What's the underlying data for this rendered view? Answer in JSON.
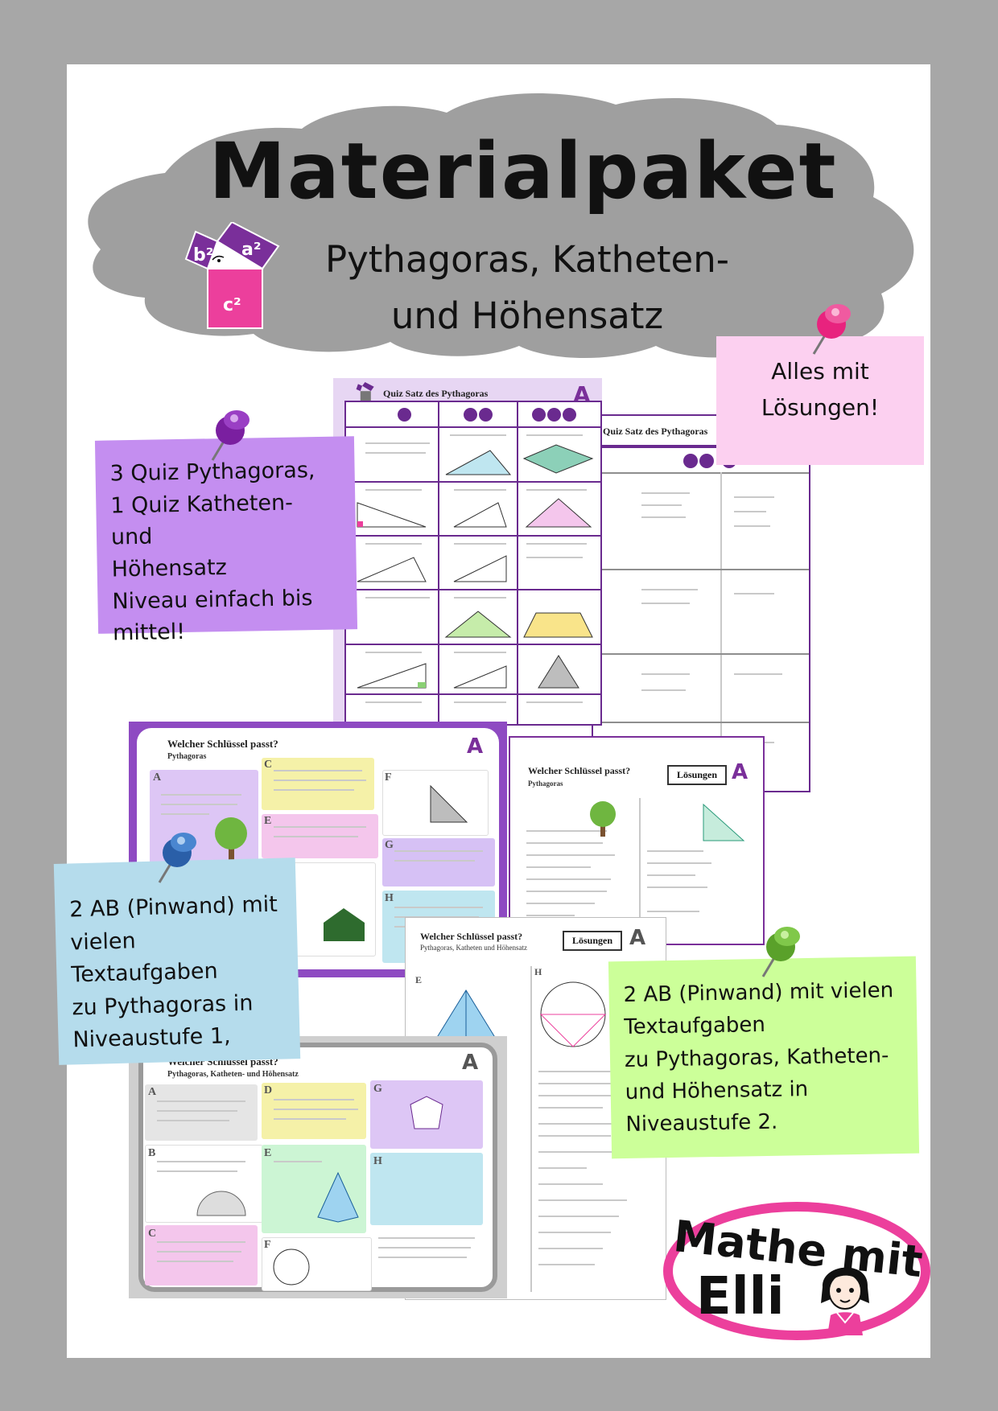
{
  "cover": {
    "title": "Materialpaket",
    "subtitle_line1": "Pythagoras, Katheten-",
    "subtitle_line2": "und Höhensatz",
    "logo_squares": [
      "b²",
      "a²",
      "c²"
    ]
  },
  "notes": {
    "solutions": [
      "Alles mit",
      "Lösungen!"
    ],
    "quiz": [
      "3 Quiz Pythagoras,",
      "1 Quiz Katheten- und",
      "Höhensatz",
      "Niveau einfach bis",
      "mittel!"
    ],
    "level1": [
      "2 AB (Pinwand) mit",
      "vielen Textaufgaben",
      "zu Pythagoras in",
      "Niveaustufe 1,"
    ],
    "level2": [
      "2 AB (Pinwand) mit vielen",
      "Textaufgaben",
      "zu Pythagoras, Katheten-",
      "und Höhensatz  in",
      "Niveaustufe 2."
    ]
  },
  "sheets": {
    "quiz1_title": "Quiz   Satz des Pythagoras",
    "quiz2_title": "Quiz   Satz des Pythagoras",
    "key1_title": "Welcher Schlüssel passt?",
    "key1_sub": "Pythagoras",
    "key1_solution_title": "Welcher Schlüssel passt?",
    "key1_solution_sub": "Pythagoras",
    "key2_solution_title": "Welcher Schlüssel passt?",
    "key2_solution_sub": "Pythagoras, Katheten und Höhensatz",
    "key2_title": "Welcher Schlüssel passt?",
    "key2_sub": "Pythagoras, Katheten- und Höhensatz",
    "solutions_label": "Lösungen",
    "level_letter": "A",
    "task_letters_1": [
      "A",
      "C",
      "F",
      "E",
      "G",
      "H"
    ],
    "task_letters_2": [
      "A",
      "D",
      "G",
      "B",
      "E",
      "H",
      "C",
      "F"
    ]
  },
  "brand": {
    "line1": "Mathe mit",
    "line2": "Elli"
  },
  "colors": {
    "background": "#a7a7a7",
    "cloud": "#9f9f9f",
    "purple": "#7a2f9a",
    "pink": "#ec3f9c",
    "note_purple": "#c48ef0",
    "note_pink": "#fcd0f0",
    "note_blue": "#b5dcec",
    "note_green": "#ccff99"
  }
}
